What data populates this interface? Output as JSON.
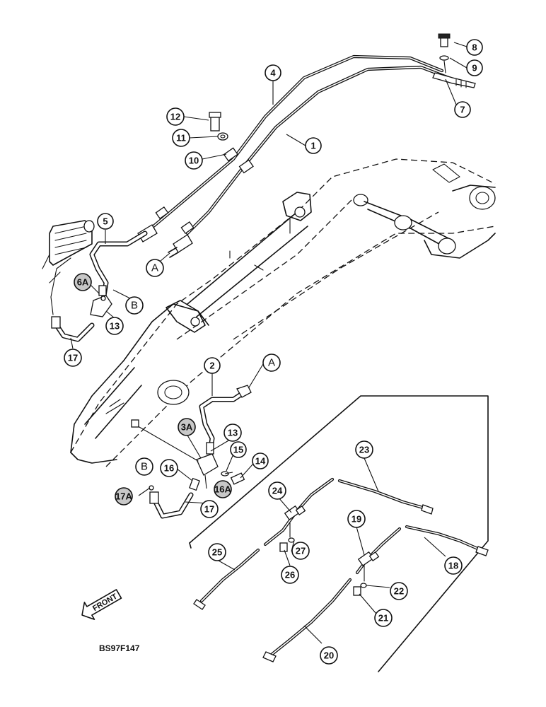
{
  "figure_code": "BS97F147",
  "front_label": "FRONT",
  "callouts": {
    "c1": "1",
    "c2": "2",
    "c3a": "3A",
    "c4": "4",
    "c5": "5",
    "c6a": "6A",
    "c7": "7",
    "c8": "8",
    "c9": "9",
    "c10": "10",
    "c11": "11",
    "c12": "12",
    "c13a": "13",
    "c13b": "13",
    "c14": "14",
    "c15": "15",
    "c16": "16",
    "c16a": "16A",
    "c17a": "17",
    "c17b": "17",
    "c17c": "17A",
    "c18": "18",
    "c19": "19",
    "c20": "20",
    "c21": "21",
    "c22": "22",
    "c23": "23",
    "c24": "24",
    "c25": "25",
    "c26": "26",
    "c27": "27"
  },
  "references": {
    "ref_a1": "A",
    "ref_a2": "A",
    "ref_b1": "B",
    "ref_b2": "B"
  }
}
